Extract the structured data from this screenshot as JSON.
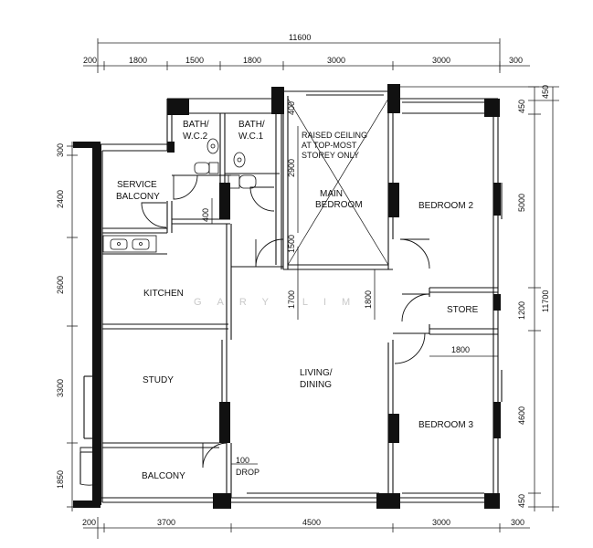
{
  "rooms": {
    "bath2": [
      "BATH/",
      "W.C.2"
    ],
    "bath1": [
      "BATH/",
      "W.C.1"
    ],
    "service_balcony": [
      "SERVICE",
      "BALCONY"
    ],
    "raised_ceiling": [
      "RAISED CEILING",
      "AT TOP-MOST",
      "STOREY ONLY"
    ],
    "main_bedroom": [
      "MAIN",
      "BEDROOM"
    ],
    "bedroom2": "BEDROOM 2",
    "kitchen": "KITCHEN",
    "store": "STORE",
    "study": "STUDY",
    "living_dining": [
      "LIVING/",
      "DINING"
    ],
    "bedroom3": "BEDROOM 3",
    "balcony": "BALCONY",
    "drop": [
      "100",
      "DROP"
    ]
  },
  "watermark": "GARY LIM",
  "dimensions": {
    "top_total": "11600",
    "top": [
      "200",
      "1800",
      "1500",
      "1800",
      "3000",
      "3000",
      "300"
    ],
    "bottom": [
      "200",
      "3700",
      "4500",
      "3000",
      "300"
    ],
    "left": [
      "300",
      "2400",
      "2600",
      "3300",
      "1850"
    ],
    "right_inner": [
      "450",
      "5000",
      "1200",
      "4600",
      "450"
    ],
    "right_total": "11700",
    "right_top_extra": "450",
    "interior": {
      "bath_400_top": "400",
      "bath_2900": "2900",
      "bath_400": "400",
      "bath_1500": "1500",
      "kitchen_1700": "1700",
      "store_1800v": "1800",
      "store_1800h": "1800"
    }
  }
}
